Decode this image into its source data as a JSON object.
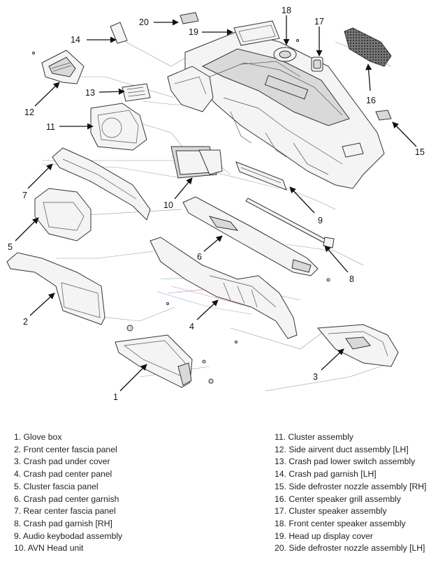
{
  "callouts": [
    "1",
    "2",
    "3",
    "4",
    "5",
    "6",
    "7",
    "8",
    "9",
    "10",
    "11",
    "12",
    "13",
    "14",
    "15",
    "16",
    "17",
    "18",
    "19",
    "20"
  ],
  "legend": {
    "left": [
      "1. Glove box",
      "2. Front center fascia panel",
      "3. Crash pad under cover",
      "4. Crash pad center panel",
      "5. Cluster fascia panel",
      "6. Crash pad center garnish",
      "7. Rear center fascia panel",
      "8. Crash pad garnish [RH]",
      "9. Audio keybodad assembly",
      "10. AVN Head unit"
    ],
    "right": [
      "11. Cluster assembly",
      "12. Side airvent duct assembly [LH]",
      "13. Crash pad lower switch assembly",
      "14. Crash pad garnish [LH]",
      "15. Side defroster nozzle assembly [RH]",
      "16. Center speaker grill assembly",
      "17. Cluster speaker assembly",
      "18. Front center speaker assembly",
      "19. Head up display cover",
      "20. Side defroster nozzle assembly [LH]"
    ]
  },
  "colors": {
    "leader_gray": "#9a9a9a",
    "leader_green": "#7fbf8a",
    "leader_pink": "#e48fb0",
    "leader_blue": "#8fa8e0"
  }
}
